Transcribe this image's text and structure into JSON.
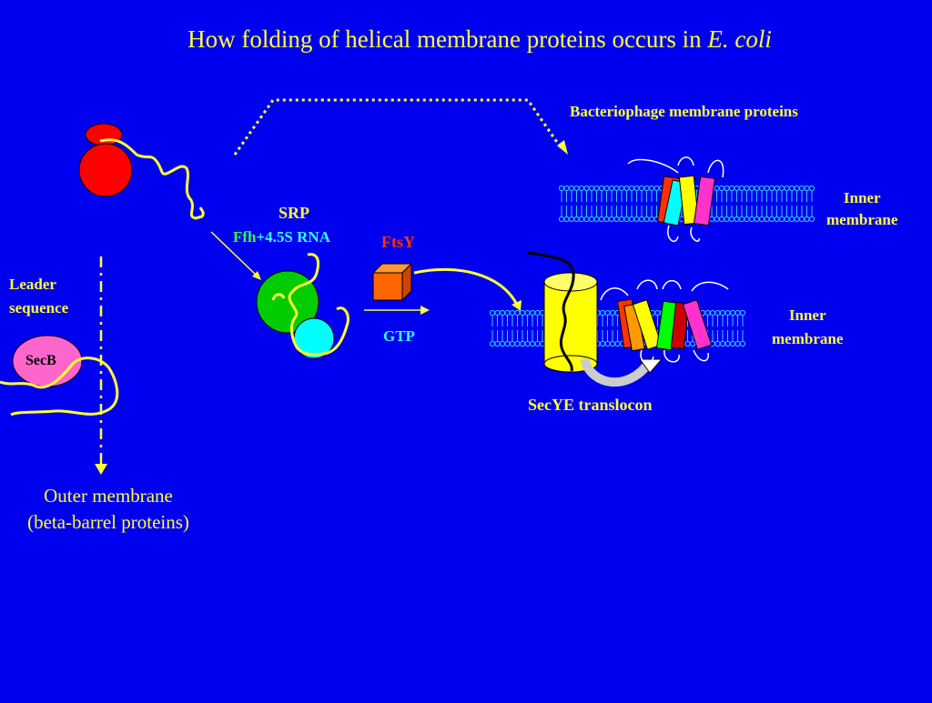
{
  "title": {
    "main": "How folding of helical membrane proteins occurs in ",
    "species": "E. coli"
  },
  "labels": {
    "bacteriophage": "Bacteriophage membrane proteins",
    "inner_membrane_top": [
      "Inner",
      "membrane"
    ],
    "inner_membrane_mid": [
      "Inner",
      "membrane"
    ],
    "srp": "SRP",
    "ffh": "Ffh",
    "rna": "+4.5S RNA",
    "ftsy": "FtsY",
    "gtp": "GTP",
    "leader": [
      "Leader",
      "sequence"
    ],
    "secb": "SecB",
    "secye": "SecYE translocon",
    "outer_membrane": [
      "Outer membrane",
      "(beta-barrel proteins)"
    ]
  },
  "colors": {
    "background": "#0000f0",
    "text_yellow": "#ffff33",
    "ffh_green": "#33ff33",
    "rna_cyan": "#33ffff",
    "ftsy_red": "#ff3300",
    "gtp_cyan": "#33ffff",
    "membrane_cyan": "#33ccff",
    "ribosome_red": "#ff0000",
    "srp_green": "#00cc00",
    "srp_cyan": "#00ffff",
    "secb_pink": "#ff66cc",
    "ftsy_orange": "#ff6600",
    "translocon_yellow": "#ffff00",
    "helix_colors": [
      "#ff3300",
      "#00ffff",
      "#ffff00",
      "#ff33cc",
      "#ff9900",
      "#00ff00",
      "#cc0000"
    ]
  }
}
